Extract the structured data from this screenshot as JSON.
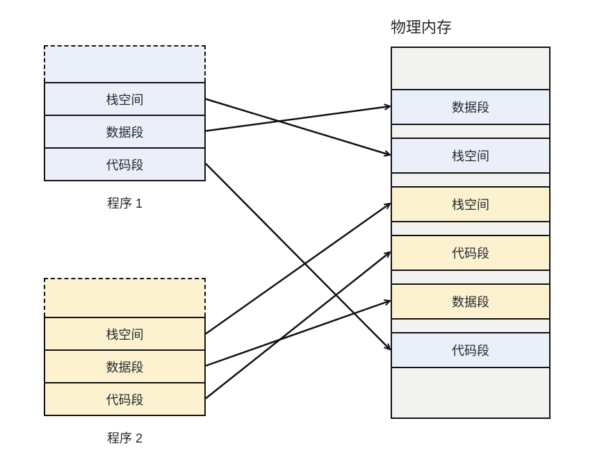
{
  "diagram": {
    "physical_memory_title": "物理内存",
    "program1": {
      "label": "程序 1",
      "segments": [
        {
          "id": "stack",
          "label": "栈空间"
        },
        {
          "id": "data",
          "label": "数据段"
        },
        {
          "id": "code",
          "label": "代码段"
        }
      ]
    },
    "program2": {
      "label": "程序 2",
      "segments": [
        {
          "id": "stack",
          "label": "栈空间"
        },
        {
          "id": "data",
          "label": "数据段"
        },
        {
          "id": "code",
          "label": "代码段"
        }
      ]
    },
    "physical_memory": {
      "segments": [
        {
          "id": "free-top",
          "owner": "free",
          "label": "",
          "size": "free-top"
        },
        {
          "id": "p1-data",
          "owner": "program1",
          "label": "数据段",
          "size": "block"
        },
        {
          "id": "gap-1",
          "owner": "free",
          "label": "",
          "size": "gap"
        },
        {
          "id": "p1-stack",
          "owner": "program1",
          "label": "栈空间",
          "size": "block"
        },
        {
          "id": "gap-2",
          "owner": "free",
          "label": "",
          "size": "gap"
        },
        {
          "id": "p2-stack",
          "owner": "program2",
          "label": "栈空间",
          "size": "block"
        },
        {
          "id": "gap-3",
          "owner": "free",
          "label": "",
          "size": "gap"
        },
        {
          "id": "p2-code",
          "owner": "program2",
          "label": "代码段",
          "size": "block"
        },
        {
          "id": "gap-4",
          "owner": "free",
          "label": "",
          "size": "gap"
        },
        {
          "id": "p2-data",
          "owner": "program2",
          "label": "数据段",
          "size": "block"
        },
        {
          "id": "gap-5",
          "owner": "free",
          "label": "",
          "size": "gap"
        },
        {
          "id": "p1-code",
          "owner": "program1",
          "label": "代码段",
          "size": "block"
        },
        {
          "id": "free-bottom",
          "owner": "free",
          "label": "",
          "size": "free-bottom"
        }
      ]
    },
    "mappings": [
      {
        "from": "program1.stack",
        "to": "p1-stack"
      },
      {
        "from": "program1.data",
        "to": "p1-data"
      },
      {
        "from": "program1.code",
        "to": "p1-code"
      },
      {
        "from": "program2.stack",
        "to": "p2-stack"
      },
      {
        "from": "program2.data",
        "to": "p2-data"
      },
      {
        "from": "program2.code",
        "to": "p2-code"
      }
    ],
    "colors": {
      "program1_fill": "#eaeffa",
      "program2_fill": "#fdf2cf",
      "free_fill": "#f2f2f1",
      "line": "#111111",
      "text": "#24292e"
    }
  }
}
